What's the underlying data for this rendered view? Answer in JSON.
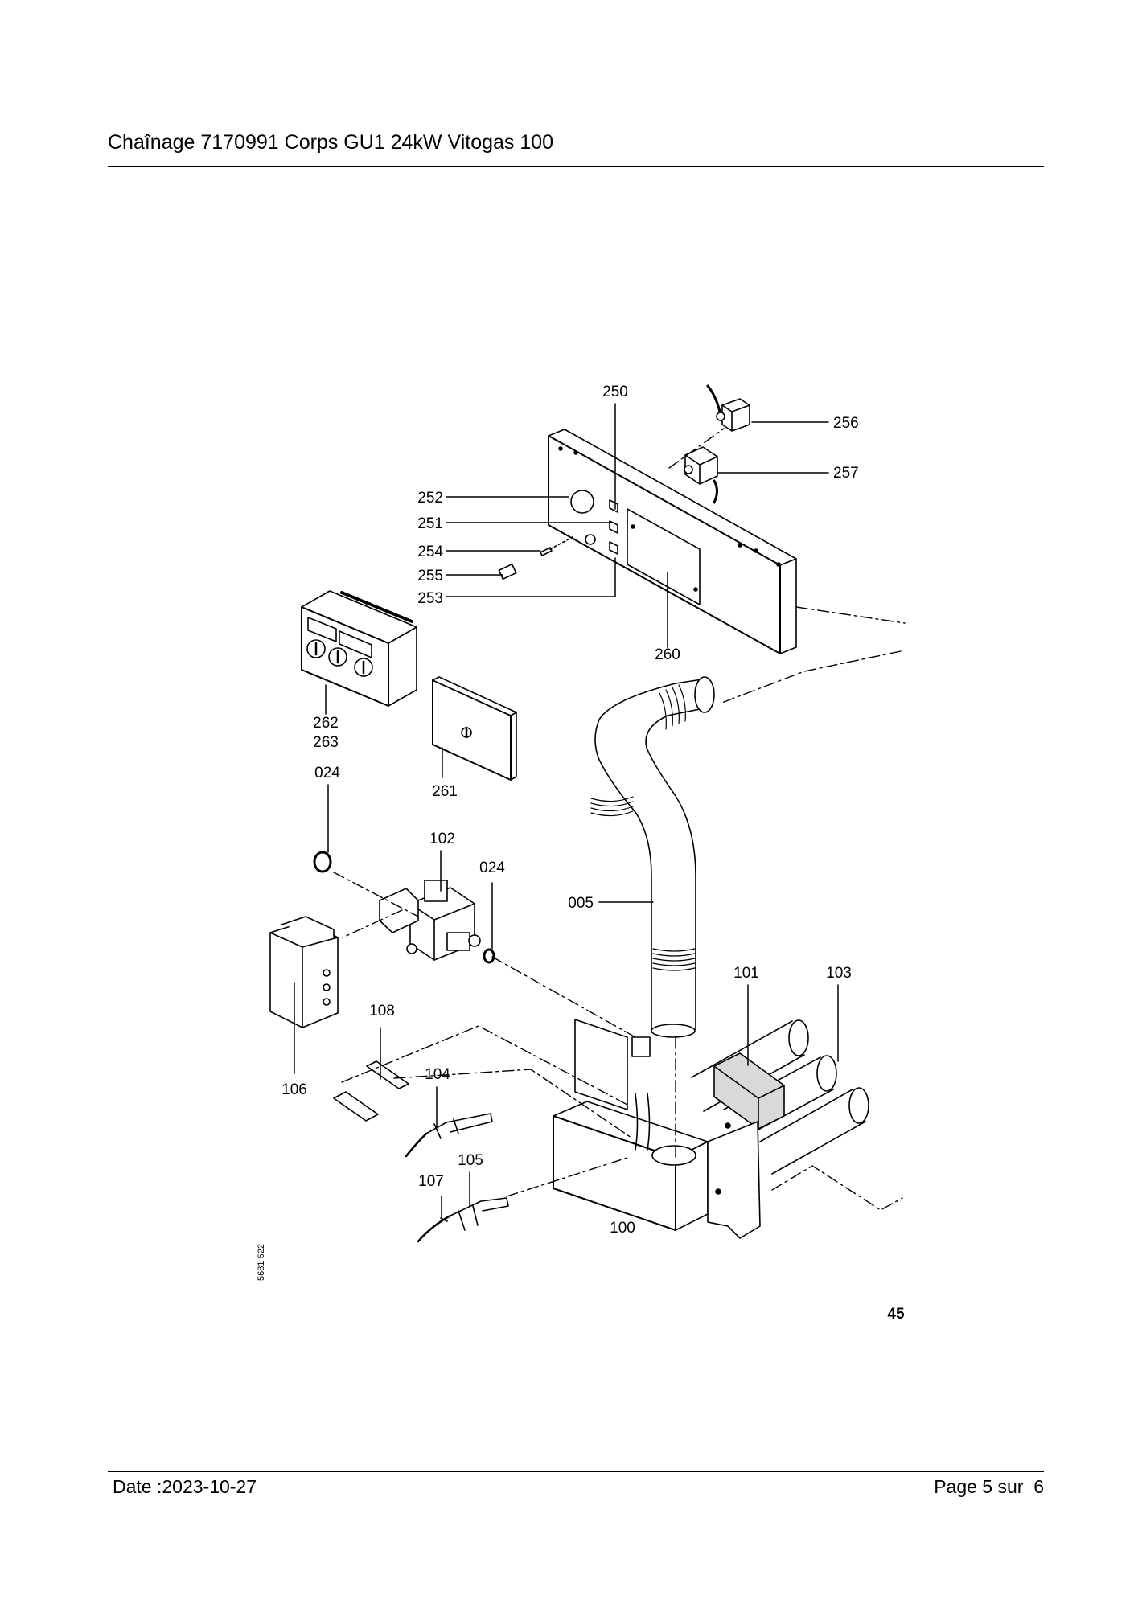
{
  "header": {
    "title": "Chaînage 7170991 Corps GU1 24kW Vitogas 100"
  },
  "diagram": {
    "callouts": {
      "p250": "250",
      "p256": "256",
      "p257": "257",
      "p252": "252",
      "p251": "251",
      "p254": "254",
      "p255": "255",
      "p253": "253",
      "p260": "260",
      "p262": "262",
      "p263": "263",
      "p261": "261",
      "p024a": "024",
      "p102": "102",
      "p024b": "024",
      "p005": "005",
      "p101": "101",
      "p103": "103",
      "p108": "108",
      "p106": "106",
      "p104": "104",
      "p105": "105",
      "p107": "107",
      "p100": "100"
    },
    "figure_number": "45",
    "drawing_code": "5681 522"
  },
  "footer": {
    "date": "Date :2023-10-27",
    "page": "Page 5 sur  6"
  }
}
